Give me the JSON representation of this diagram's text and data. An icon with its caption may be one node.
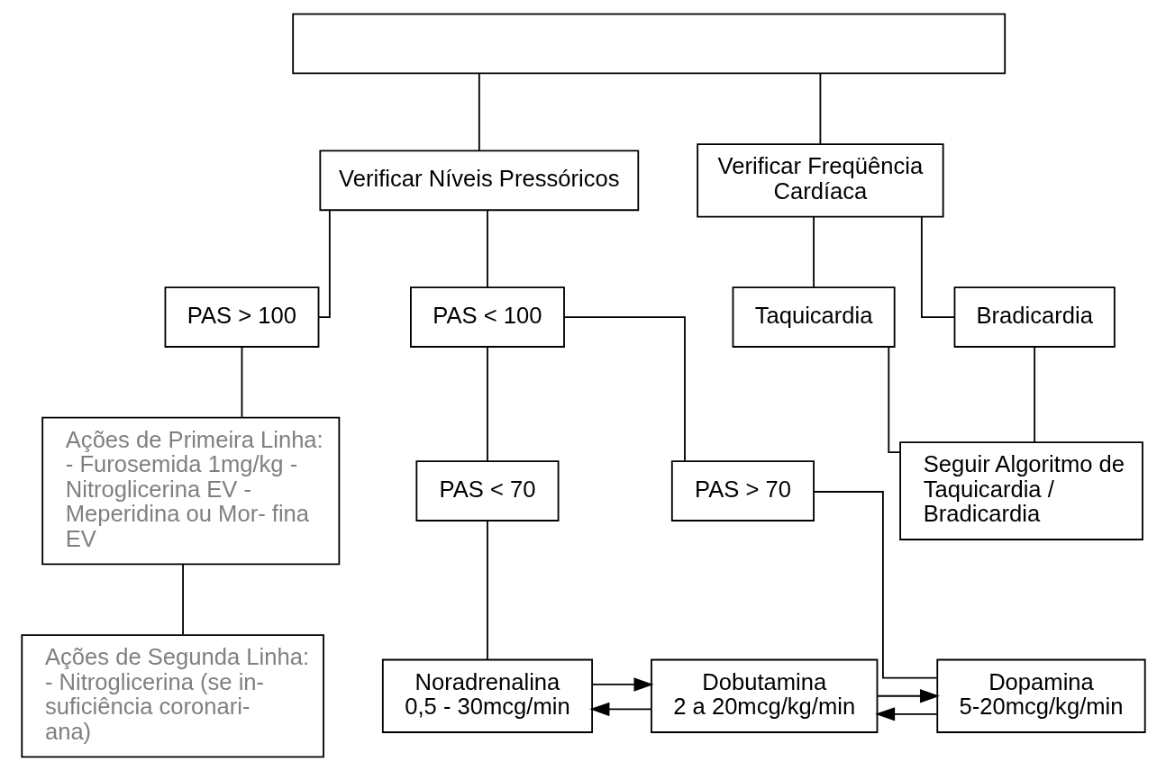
{
  "diagram": {
    "nodes": [
      {
        "text": [],
        "shape": "box"
      },
      {
        "text": [
          "Verificar Níveis Pressóricos"
        ]
      },
      {
        "text": [
          "Verificar Freqüência",
          "Cardíaca"
        ]
      },
      {
        "text": [
          "PAS > 100"
        ]
      },
      {
        "text": [
          "PAS < 100"
        ]
      },
      {
        "text": [
          "Taquicardia"
        ]
      },
      {
        "text": [
          "Bradicardia"
        ]
      },
      {
        "text": [
          "Ações de Primeira Linha: - Furosemida 1mg/kg - Nitroglicerina EV - Meperidina ou Mor- fina EV"
        ]
      },
      {
        "text": [
          "Seguir Algoritmo de Taquicardia / Bradicardia"
        ]
      },
      {
        "text": [
          "PAS < 70"
        ]
      },
      {
        "text": [
          "PAS > 70"
        ]
      },
      {
        "text": [
          "Ações de Segunda Linha: - Nitroglicerina (se in- suficiência coronari- ana)"
        ]
      },
      {
        "text": [
          "Noradrenalina",
          "0,5 - 30mcg/min"
        ]
      },
      {
        "text": [
          "Dobutamina",
          "2 a 20mcg/kg/min"
        ]
      },
      {
        "text": [
          "Dopamina",
          "5-20mcg/kg/min"
        ]
      }
    ],
    "edges": [
      {
        "from": 0,
        "to": 1,
        "arrow": "none"
      },
      {
        "from": 0,
        "to": 2,
        "arrow": "none"
      },
      {
        "from": 1,
        "to": 3,
        "arrow": "none"
      },
      {
        "from": 1,
        "to": 4,
        "arrow": "none"
      },
      {
        "from": 2,
        "to": 5,
        "arrow": "none"
      },
      {
        "from": 2,
        "to": 6,
        "arrow": "none"
      },
      {
        "from": 3,
        "to": 7,
        "arrow": "none"
      },
      {
        "from": 5,
        "to": 8,
        "arrow": "none"
      },
      {
        "from": 6,
        "to": 8,
        "arrow": "none"
      },
      {
        "from": 4,
        "to": 9,
        "arrow": "none"
      },
      {
        "from": 4,
        "to": 10,
        "arrow": "none"
      },
      {
        "from": 7,
        "to": 11,
        "arrow": "none"
      },
      {
        "from": 9,
        "to": 12,
        "arrow": "none"
      },
      {
        "from": 10,
        "to": 14,
        "arrow": "none"
      },
      {
        "from": 12,
        "to": 13,
        "arrow": "to"
      },
      {
        "from": 13,
        "to": 12,
        "arrow": "to"
      },
      {
        "from": 13,
        "to": 14,
        "arrow": "to"
      },
      {
        "from": 14,
        "to": 13,
        "arrow": "to"
      }
    ]
  }
}
